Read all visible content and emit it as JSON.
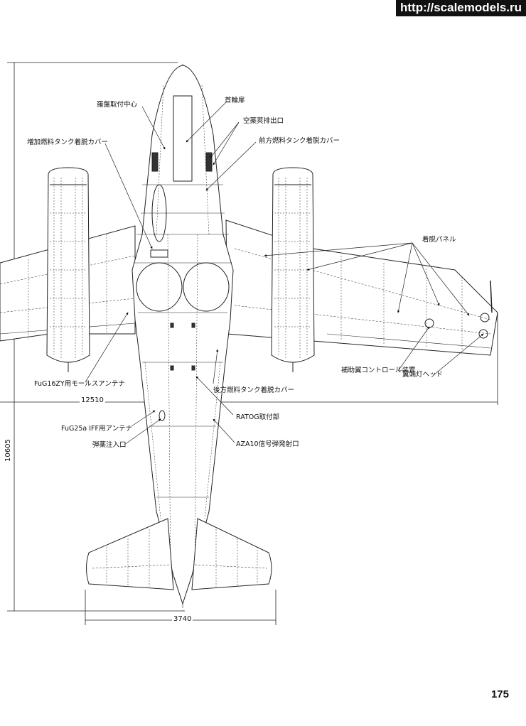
{
  "watermark": "http://scalemodels.ru",
  "page_number": "175",
  "dimensions": {
    "span": "12510",
    "length": "10605",
    "tail_span": "3740"
  },
  "callouts": {
    "compass_mount": "羅盤取付中心",
    "nose_wheel_bay": "首輪扉",
    "cartridge_ejection": "空薬莢排出口",
    "forward_fuel_tank_cover": "前方燃料タンク着脱カバー",
    "aux_fuel_tank_cover": "増加燃料タンク着脱カバー",
    "access_panel": "着脱パネル",
    "fug16zy_antenna": "FuG16ZY用モールスアンテナ",
    "rear_fuel_tank_cover": "後方燃料タンク着脱カバー",
    "rato_mount": "RATOG取付部",
    "fug25a_antenna": "FuG25a IFF用アンテナ",
    "aza10_flare_port": "AZA10信号弾発射口",
    "ammo_loading": "弾薬注入口",
    "aileron_trim_tab": "補助翼コントロール装置",
    "navigation_light": "翼端灯ヘッド"
  }
}
